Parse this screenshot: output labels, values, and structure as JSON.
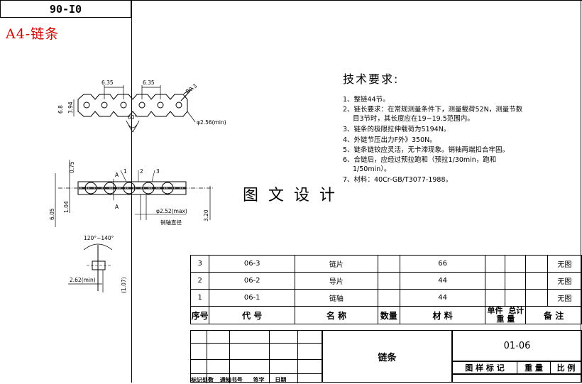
{
  "code_box": "90-I0",
  "sheet_title": "A4-链条",
  "tech": {
    "title": "技术要求:",
    "items": [
      "1、整链44节。",
      "2、链长要求：在常规测量条件下，测量载荷52N，测量节数",
      "目3节时，其长度应在19~19.5范围内。",
      "3、链条的极限拉伸载荷为5194N。",
      "4、外链节压出力F外》350N。",
      "5、链条链铰应灵活，无卡滞现象。销轴两端扣合牢固。",
      "6、合链后，应经过预拉跑和（预拉1/30min，跑和",
      "1/50min）。",
      "7、材料：40Cr-GB/T3077-1988。"
    ]
  },
  "watermark": "图文设计",
  "drawing": {
    "dim_pitch_1": "6.35",
    "dim_pitch_2": "6.35",
    "dim_height": "6.8",
    "dim_inner": "3.94",
    "dim_angle": "60°",
    "dim_radius": "R0.3",
    "dim_roller": "φ2.56(min)",
    "dim_075": "0.75",
    "dim_104": "1.04",
    "dim_605": "6.05",
    "dim_pin": "φ2.52(max)",
    "pin_label": "销轴直径",
    "dim_320": "3.20",
    "dim_262": "2.62(min)",
    "dim_107": "(1.07)",
    "dim_angles": "120°~140°",
    "callout_1": "1",
    "callout_2": "2",
    "callout_3": "3",
    "section_a": "A",
    "section_a2": "A"
  },
  "bom": {
    "rows": [
      {
        "no": "3",
        "code": "06-3",
        "name": "链片",
        "qty": "66",
        "material": "",
        "remark": "无图"
      },
      {
        "no": "2",
        "code": "06-2",
        "name": "导片",
        "qty": "44",
        "material": "",
        "remark": "无图"
      },
      {
        "no": "1",
        "code": "06-1",
        "name": "链轴",
        "qty": "44",
        "material": "",
        "remark": "无图"
      }
    ],
    "headers": {
      "no": "序号",
      "code": "代 号",
      "name": "名 称",
      "qty": "数量",
      "material": "材 料",
      "unit": "单件",
      "total": "总计",
      "weight": "重 量",
      "remark": "备 注"
    }
  },
  "title_block": {
    "part_name": "链条",
    "drawing_no": "01-06",
    "labels": [
      "图 样 标 记",
      "重 量",
      "比 例"
    ],
    "bottom_labels": [
      "标记",
      "处数",
      "通知书号",
      "签字",
      "日期"
    ]
  }
}
